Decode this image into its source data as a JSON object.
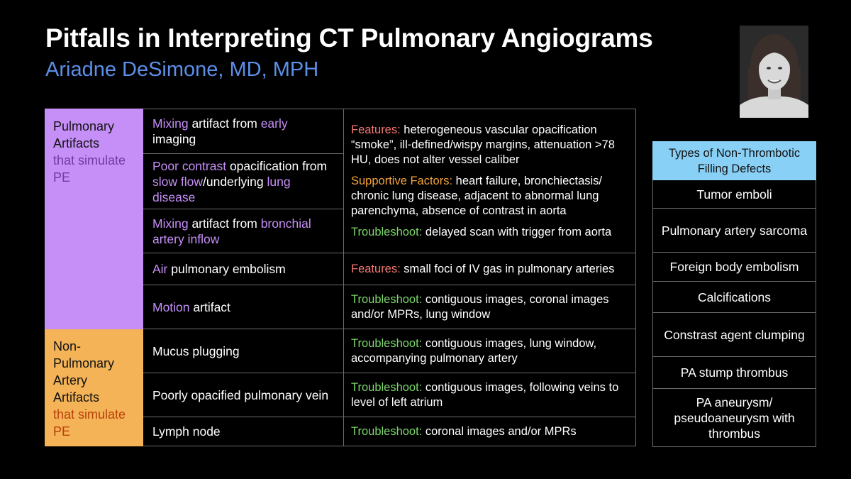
{
  "header": {
    "title": "Pitfalls in Interpreting CT Pulmonary Angiograms",
    "subtitle": "Ariadne DeSimone, MD, MPH"
  },
  "colors": {
    "pulmonary_group": "#c68ff7",
    "nonpulmonary_group": "#f4b356",
    "side_header": "#89d0f6",
    "features_label": "#f47872",
    "supportive_label": "#f4a33c",
    "troubleshoot_label": "#7cd66b",
    "subtitle": "#5b8fe8"
  },
  "groups": {
    "pulmonary": {
      "line1": "Pulmonary",
      "line2": "Artifacts",
      "line3": "that simulate",
      "line4": "PE"
    },
    "nonpulmonary": {
      "line1": "Non-",
      "line2": "Pulmonary",
      "line3": "Artery",
      "line4": "Artifacts",
      "line5": "that simulate",
      "line6": "PE"
    }
  },
  "artifacts": {
    "mixing_early": {
      "p1": "Mixing",
      "p2": " artifact from ",
      "p3": "early",
      "p4": " imaging"
    },
    "poor_contrast": {
      "p1": "Poor contrast",
      "p2": " opacification from ",
      "p3": "slow flow",
      "p4": "/underlying ",
      "p5": "lung disease"
    },
    "mixing_bronchial": {
      "p1": "Mixing",
      "p2": " artifact from ",
      "p3": "bronchial artery inflow"
    },
    "air_embolism": {
      "p1": "Air",
      "p2": " pulmonary embolism"
    },
    "motion": {
      "p1": "Motion",
      "p2": " artifact"
    },
    "mucus": {
      "text": "Mucus plugging"
    },
    "poor_vein": {
      "text": "Poorly opacified pulmonary vein"
    },
    "lymph": {
      "text": "Lymph node"
    }
  },
  "descriptions": {
    "mixing_block": {
      "features_label": "Features:",
      "features_text": " heterogeneous vascular opacification “smoke”, ill-defined/wispy margins, attenuation >78 HU, does not alter vessel caliber",
      "supportive_label": "Supportive Factors:",
      "supportive_text": " heart failure, bronchiectasis/ chronic lung disease, adjacent to abnormal lung parenchyma, absence of contrast in aorta",
      "troubleshoot_label": "Troubleshoot:",
      "troubleshoot_text": " delayed scan with trigger from aorta"
    },
    "air": {
      "label": "Features:",
      "text": " small foci of IV gas in pulmonary arteries"
    },
    "motion": {
      "label": "Troubleshoot:",
      "text": " contiguous images, coronal images and/or MPRs, lung window"
    },
    "mucus": {
      "label": "Troubleshoot:",
      "text": " contiguous images, lung window, accompanying pulmonary artery"
    },
    "poor_vein": {
      "label": "Troubleshoot:",
      "text": " contiguous images, following veins to level of left atrium"
    },
    "lymph": {
      "label": "Troubleshoot:",
      "text": " coronal images and/or MPRs"
    }
  },
  "side_table": {
    "header": "Types of Non-Thrombotic Filling Defects",
    "items": [
      "Tumor emboli",
      "Pulmonary artery sarcoma",
      "Foreign body embolism",
      "Calcifications",
      "Constrast agent clumping",
      "PA stump thrombus",
      "PA aneurysm/ pseudoaneurysm with thrombus"
    ]
  }
}
